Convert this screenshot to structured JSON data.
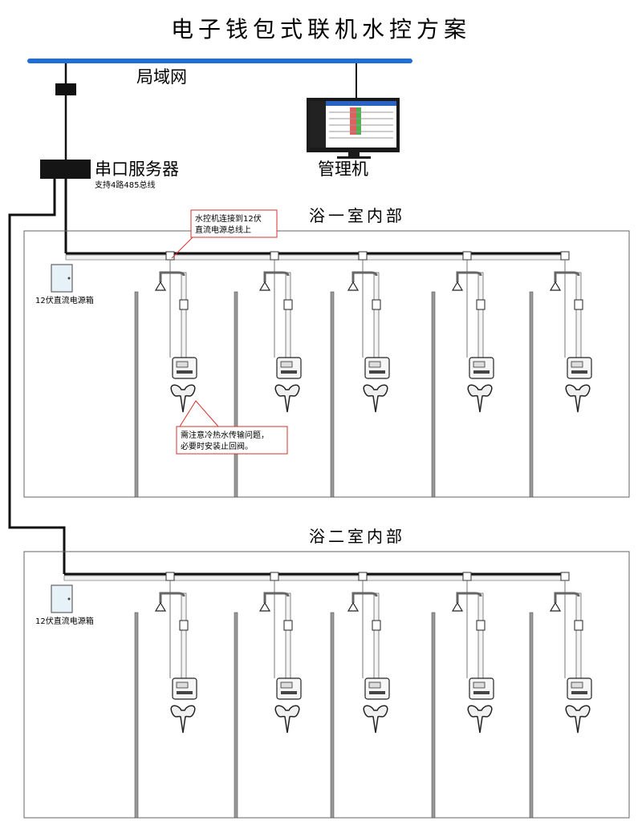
{
  "title": "电子钱包式联机水控方案",
  "network": {
    "lan_label": "局域网",
    "serial_server_label": "串口服务器",
    "serial_server_sub": "支持4路485总线",
    "pc_label": "管理机"
  },
  "colors": {
    "lan_bus": "#1e6fd9",
    "note_border": "#d9302c",
    "wire": "#111111"
  },
  "rooms": [
    {
      "title": "浴一室内部",
      "psu_label": "12伏直流电源箱",
      "shower_count": 5
    },
    {
      "title": "浴二室内部",
      "psu_label": "12伏直流电源箱",
      "shower_count": 5
    }
  ],
  "notes": {
    "bus_note_line1": "水控机连接到12伏",
    "bus_note_line2": "直流电源总线上",
    "valve_note_line1": "需注意冷热水传输问题，",
    "valve_note_line2": "必要时安装止回阀。"
  }
}
